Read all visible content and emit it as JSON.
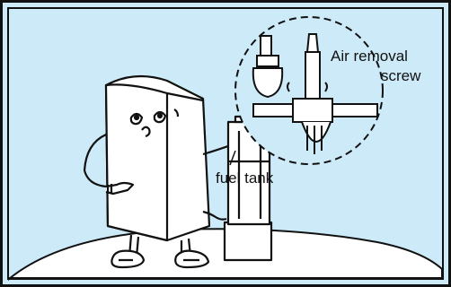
{
  "labels": {
    "air_removal_line1": "Air removal",
    "air_removal_line2": "screw",
    "fuel_tank": "fuel tank"
  },
  "colors": {
    "background": "#cdeaf8",
    "frame": "#111111",
    "outline": "#111111",
    "fill": "#ffffff",
    "ground": "#ffffff"
  }
}
